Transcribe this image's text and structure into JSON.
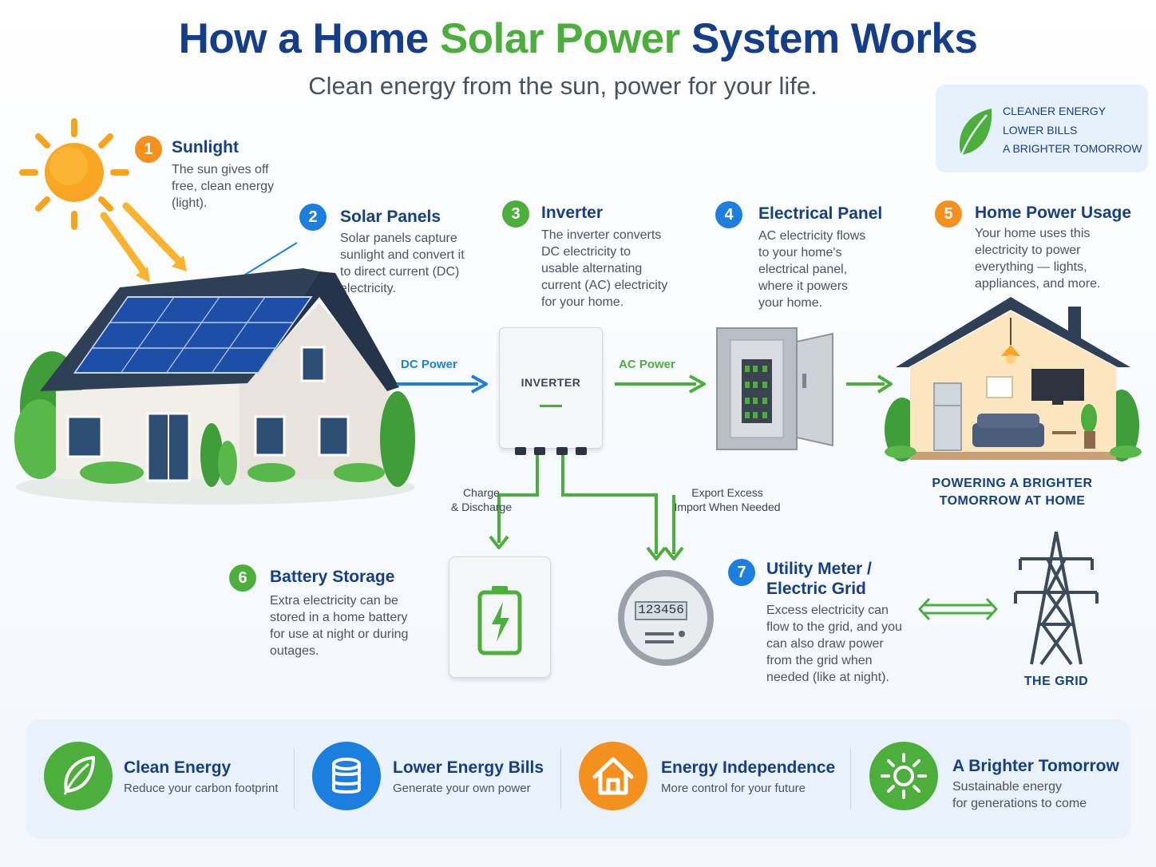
{
  "header": {
    "title_part1": "How a Home",
    "title_part2": "Solar Power",
    "title_part3": "System Works",
    "subtitle": "Clean energy from the sun, power for your life."
  },
  "tagline": [
    "CLEANER ENERGY",
    "LOWER BILLS",
    "A BRIGHTER TOMORROW"
  ],
  "steps": [
    {
      "num": "1",
      "title": "Sunlight",
      "desc": [
        "The sun gives off",
        "free, clean energy",
        "(light)."
      ]
    },
    {
      "num": "2",
      "title": "Solar Panels",
      "desc": [
        "Solar panels capture",
        "sunlight and convert it",
        "to direct current (DC)",
        "electricity."
      ]
    },
    {
      "num": "3",
      "title": "Inverter",
      "desc": [
        "The inverter converts",
        "DC electricity to",
        "usable alternating",
        "current (AC) electricity",
        "for your home."
      ]
    },
    {
      "num": "4",
      "title": "Electrical Panel",
      "desc": [
        "AC electricity flows",
        "to your home's",
        "electrical panel,",
        "where it powers",
        "your home."
      ]
    },
    {
      "num": "5",
      "title": "Home Power Usage",
      "desc": [
        "Your home uses this",
        "electricity to power",
        "everything — lights,",
        "appliances, and more."
      ]
    },
    {
      "num": "6",
      "title": "Battery Storage",
      "desc": [
        "Extra electricity can be",
        "stored in a home battery",
        "for use at night or during",
        "outages."
      ]
    },
    {
      "num": "7",
      "title": [
        "Utility Meter /",
        "Electric Grid"
      ],
      "desc": [
        "Excess electricity can",
        "flow to the grid, and you",
        "can also draw power",
        "from the grid when",
        "needed (like at night)."
      ]
    }
  ],
  "flow_labels": {
    "dc_power": "DC Power",
    "ac_power": "AC Power",
    "inverter_label": "INVERTER",
    "charge": [
      "Charge",
      "& Discharge"
    ],
    "export": [
      "Export Excess",
      "Import When Needed"
    ],
    "meter_reading": "123456",
    "home_caption": [
      "POWERING A BRIGHTER",
      "TOMORROW AT HOME"
    ],
    "grid_caption": "THE GRID"
  },
  "benefits": [
    {
      "title": "Clean Energy",
      "desc": [
        "Reduce your carbon footprint"
      ],
      "icon": "leaf-icon",
      "color": "#4caf3c"
    },
    {
      "title": "Lower Energy Bills",
      "desc": [
        "Generate your own power"
      ],
      "icon": "coins-icon",
      "color": "#1c7fe0"
    },
    {
      "title": "Energy Independence",
      "desc": [
        "More control for your future"
      ],
      "icon": "house-icon",
      "color": "#f4901e"
    },
    {
      "title": "A Brighter Tomorrow",
      "desc": [
        "Sustainable energy",
        "for generations to come"
      ],
      "icon": "sun-icon",
      "color": "#4caf3c"
    }
  ],
  "colors": {
    "navy": "#153e8a",
    "green": "#4caf3c",
    "blue": "#1c7fe0",
    "orange": "#f4901e"
  }
}
